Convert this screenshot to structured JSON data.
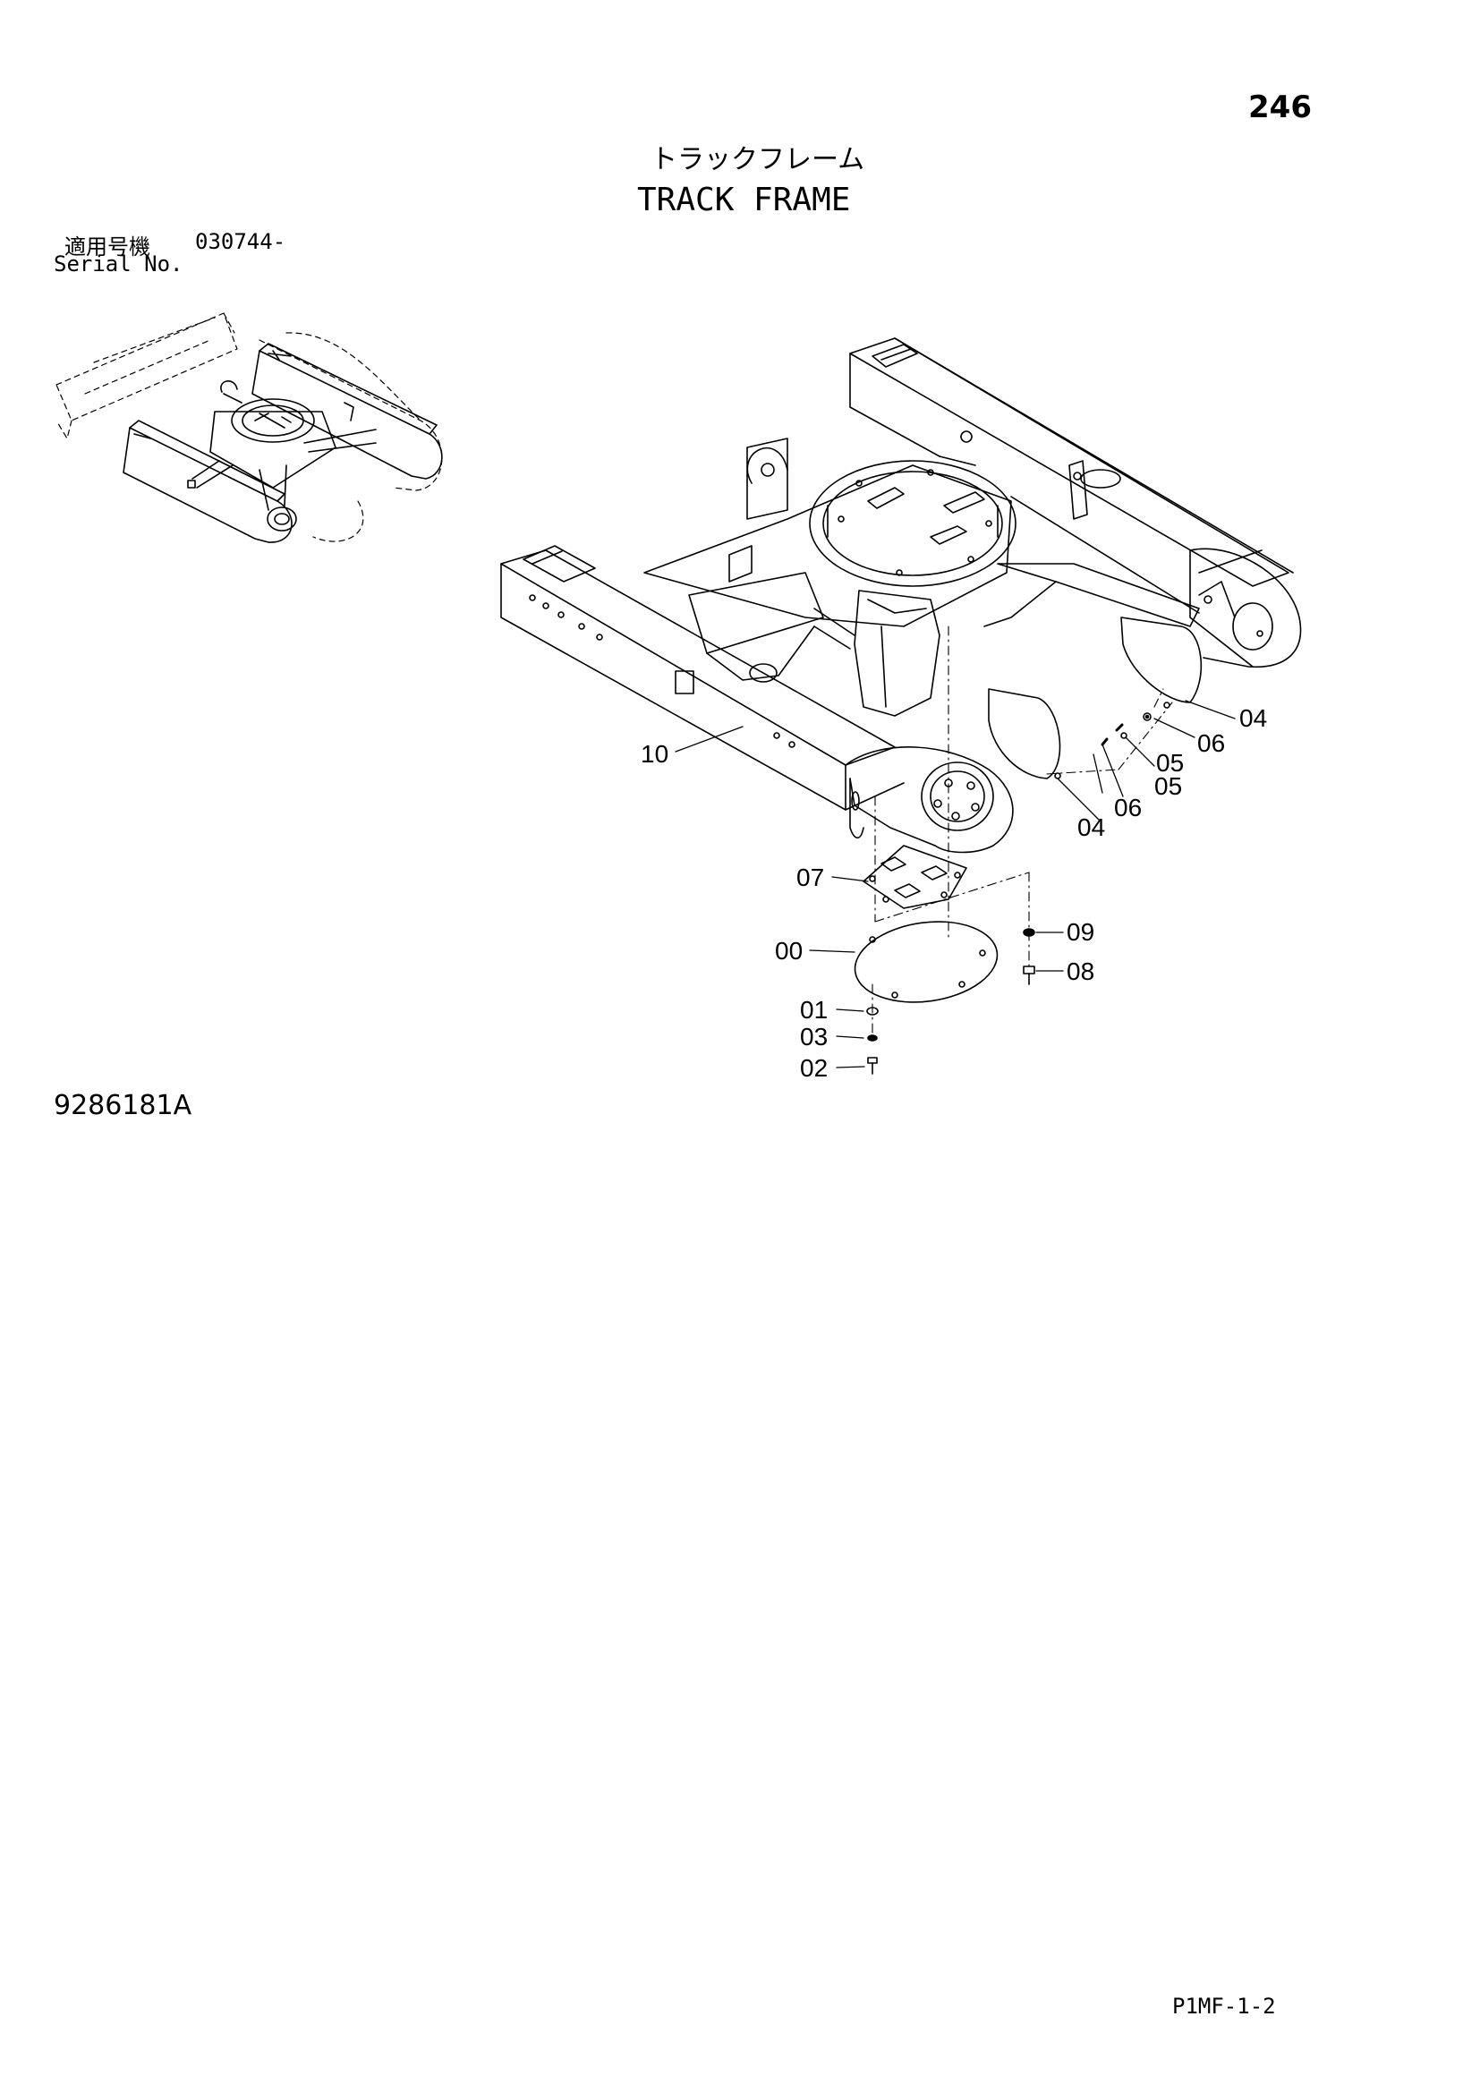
{
  "page": {
    "number": "246",
    "title_jp": "トラックフレーム",
    "title_en": "TRACK FRAME",
    "serial_label_jp": "適用号機",
    "serial_value": "030744-",
    "serial_label_en": "Serial No.",
    "drawing_number": "9286181A",
    "page_code": "P1MF-1-2"
  },
  "callouts": [
    "10",
    "04",
    "06",
    "05",
    "06",
    "05",
    "04",
    "07",
    "09",
    "00",
    "08",
    "01",
    "03",
    "02"
  ]
}
